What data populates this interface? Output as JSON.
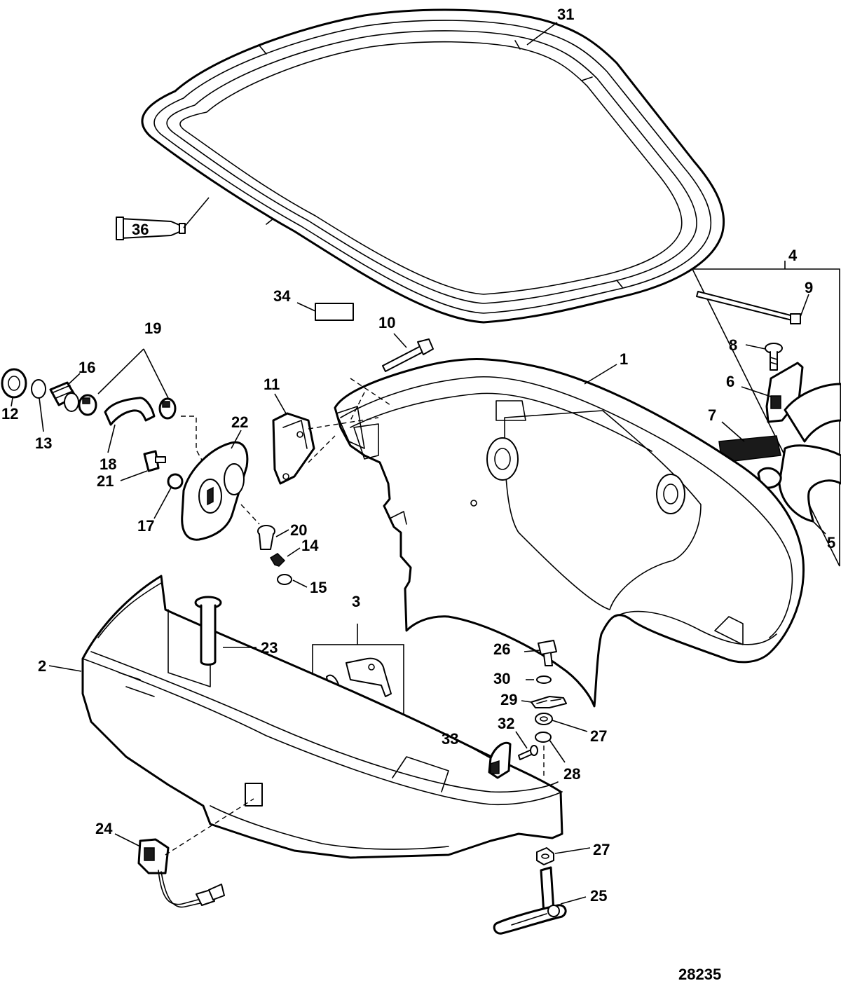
{
  "figure_number": "28235",
  "callouts": {
    "c1": "1",
    "c2": "2",
    "c3": "3",
    "c4": "4",
    "c5": "5",
    "c6": "6",
    "c7": "7",
    "c8": "8",
    "c9": "9",
    "c10": "10",
    "c11": "11",
    "c12": "12",
    "c13": "13",
    "c14": "14",
    "c15": "15",
    "c16": "16",
    "c17": "17",
    "c18": "18",
    "c19": "19",
    "c20": "20",
    "c21": "21",
    "c22": "22",
    "c23": "23",
    "c24": "24",
    "c25": "25",
    "c26": "26",
    "c27a": "27",
    "c27b": "27",
    "c28": "28",
    "c29": "29",
    "c30": "30",
    "c31": "31",
    "c32": "32",
    "c33": "33",
    "c34": "34",
    "c36": "36"
  }
}
